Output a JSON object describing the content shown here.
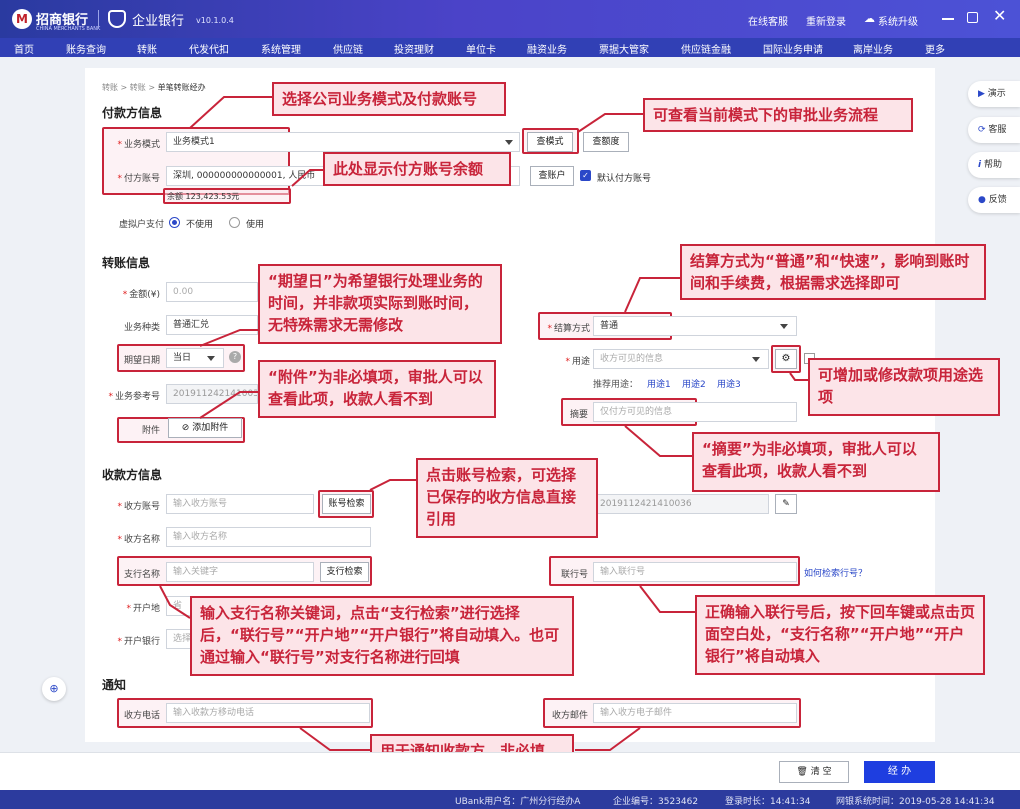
{
  "header": {
    "bank_name": "招商银行",
    "bank_name_en": "CHINA MERCHANTS BANK",
    "product_name": "企业银行",
    "version": "v10.1.0.4",
    "links": [
      "在线客服",
      "重新登录",
      "系统升级"
    ]
  },
  "nav": [
    "首页",
    "账务查询",
    "转账",
    "代发代扣",
    "系统管理",
    "供应链",
    "投资理财",
    "单位卡",
    "融资业务",
    "票据大管家",
    "供应链金融",
    "国际业务申请",
    "离岸业务",
    "更多"
  ],
  "breadcrumb": [
    "转账",
    "转账",
    "单笔转账经办"
  ],
  "payer": {
    "title": "付款方信息",
    "mode_label": "业务模式",
    "mode_value": "业务模式1",
    "query_mode_btn": "查模式",
    "query_quota_btn": "查额度",
    "account_label": "付方账号",
    "account_value": "深圳, 000000000000001, 人民币",
    "query_account_btn": "查账户",
    "default_account_label": "默认付方账号",
    "balance": "余额 123,423.53元",
    "virtual_label": "虚拟户支付",
    "virtual_options": [
      "不使用",
      "使用"
    ]
  },
  "transfer": {
    "title": "转账信息",
    "amount_label": "金额(¥)",
    "amount_value": "0.00",
    "biz_type_label": "业务种类",
    "biz_type_value": "普通汇兑",
    "expect_date_label": "期望日期",
    "expect_date_value": "当日",
    "ref_label": "业务参考号",
    "ref_value": "201911242141003",
    "attach_label": "附件",
    "attach_btn": "添加附件",
    "settle_label": "结算方式",
    "settle_value": "普通",
    "purpose_label": "用途",
    "purpose_placeholder": "收方可见的信息",
    "recommend_label": "推荐用途：",
    "recommend_items": [
      "用途1",
      "用途2",
      "用途3"
    ],
    "summary_label": "摘要",
    "summary_placeholder": "仅付方可见的信息"
  },
  "payee": {
    "title": "收款方信息",
    "account_label": "收方账号",
    "account_placeholder": "输入收方账号",
    "account_search_btn": "账号检索",
    "name_label": "收方名称",
    "name_placeholder": "输入收方名称",
    "branch_label": "支行名称",
    "branch_placeholder": "输入关键字",
    "branch_search_btn": "支行检索",
    "city_label": "开户地",
    "city_placeholder": "省",
    "bank_label": "开户银行",
    "bank_placeholder": "选择",
    "ref2_value": "2019112421410036",
    "bank_no_label": "联行号",
    "bank_no_placeholder": "输入联行号",
    "how_search": "如何检索行号？"
  },
  "notify": {
    "title": "通知",
    "phone_label": "收方电话",
    "phone_placeholder": "输入收款方移动电话",
    "email_label": "收方邮件",
    "email_placeholder": "输入收方电子邮件"
  },
  "actions": {
    "clear": "清 空",
    "submit": "经 办"
  },
  "side": [
    "演示",
    "客服",
    "帮助",
    "反馈"
  ],
  "callouts": {
    "c1": "选择公司业务模式及付款账号",
    "c2": "可查看当前模式下的审批业务流程",
    "c3": "此处显示付方账号余额",
    "c4": "“期望日”为希望银行处理业务的时间，并非款项实际到账时间，无特殊需求无需修改",
    "c5": "结算方式为“普通”和“快速”，影响到账时间和手续费，根据需求选择即可",
    "c6": "“附件”为非必填项，审批人可以查看此项，收款人看不到",
    "c7": "可增加或修改款项用途选项",
    "c8": "“摘要”为非必填项，审批人可以查看此项，收款人看不到",
    "c9": "点击账号检索，可选择已保存的收方信息直接引用",
    "c10": "输入支行名称关键词，点击“支行检索”进行选择后，“联行号”“开户地”“开户银行”将自动填入。也可通过输入“联行号”对支行名称进行回填",
    "c11": "正确输入联行号后，按下回车键或点击页面空白处，“支行名称”“开户地”“开户银行”将自动填入",
    "c12": "用于通知收款方，非必填"
  },
  "footer": {
    "user": "UBank用户名：广州分行经办A",
    "company": "企业编号：3523462",
    "login_time": "登录时长：14:41:34",
    "system_time": "网银系统时间：2019-05-28 14:41:34"
  },
  "colors": {
    "brand": "#3a47c8",
    "accent": "#c8243a",
    "link": "#2b48c8"
  }
}
